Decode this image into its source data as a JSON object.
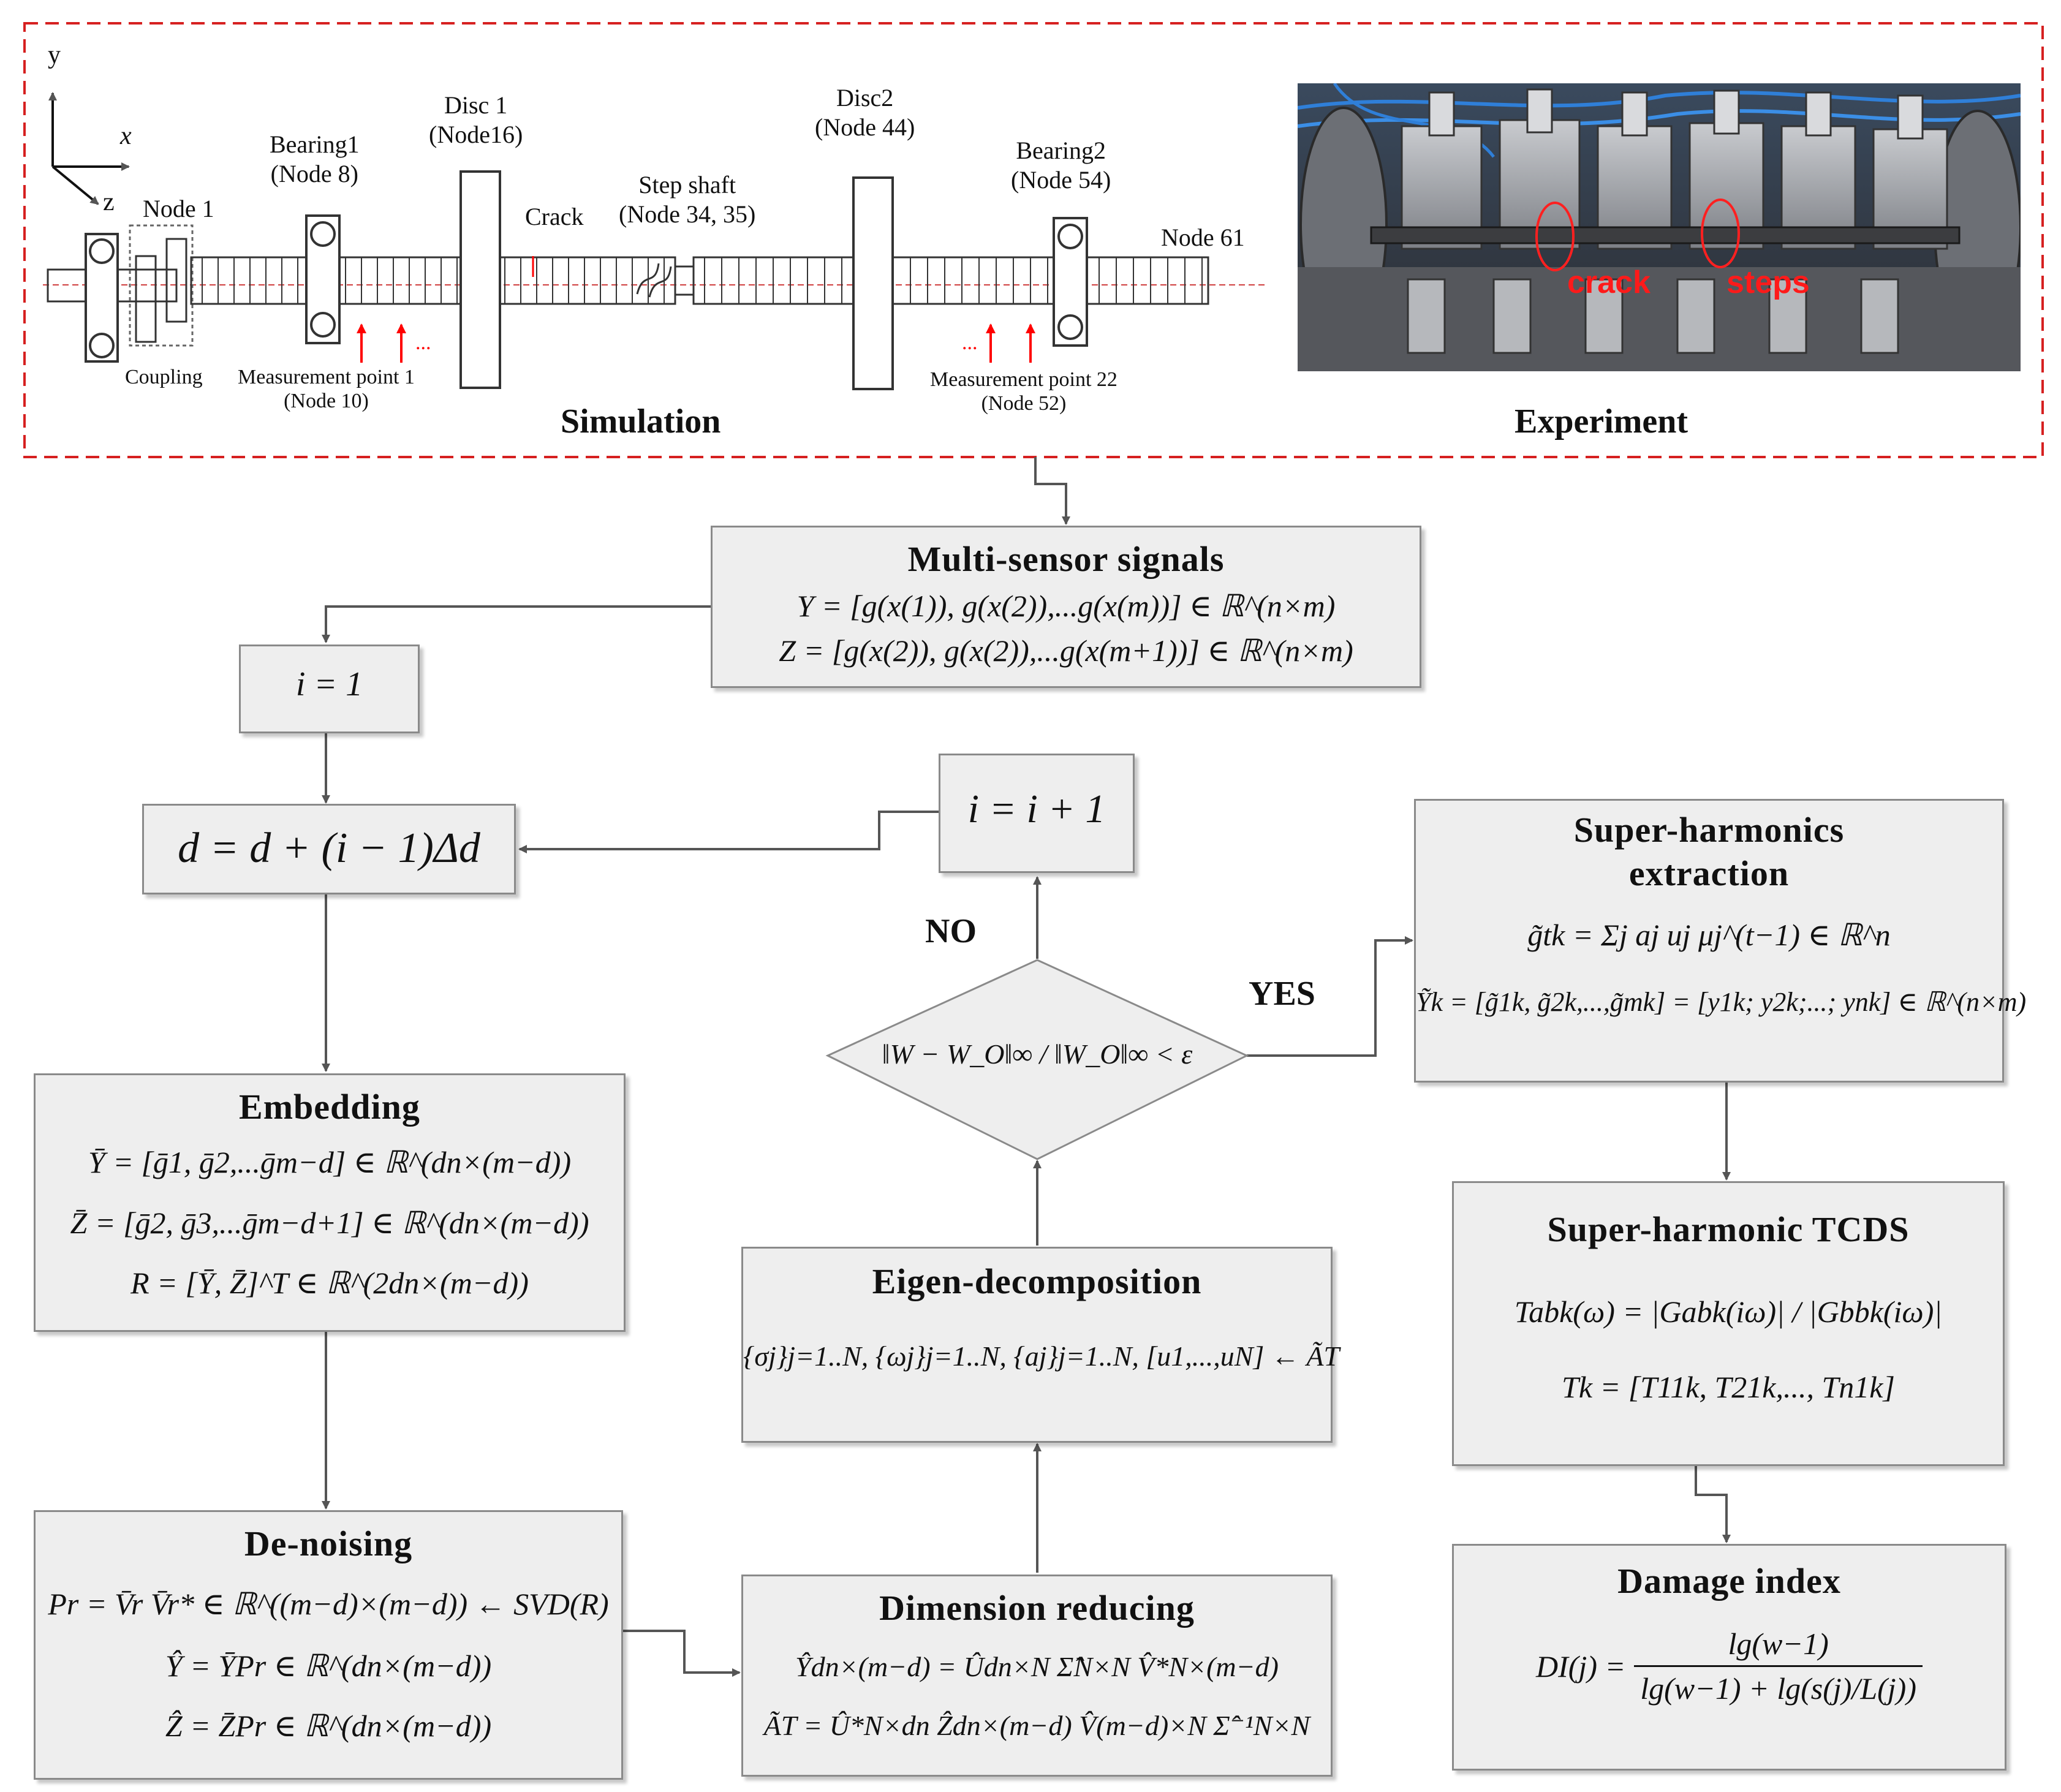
{
  "simulation": {
    "axis_y": "y",
    "axis_x": "x",
    "axis_z": "z",
    "node1": "Node 1",
    "coupling": "Coupling",
    "bearing1": "Bearing1",
    "bearing1_node": "(Node 8)",
    "disc1": "Disc 1",
    "disc1_node": "(Node16)",
    "crack": "Crack",
    "step_shaft": "Step shaft",
    "step_shaft_node": "(Node 34, 35)",
    "disc2": "Disc2",
    "disc2_node": "(Node 44)",
    "bearing2": "Bearing2",
    "bearing2_node": "(Node 54)",
    "node61": "Node 61",
    "mp1": "Measurement point 1",
    "mp1_node": "(Node 10)",
    "mp22": "Measurement point 22",
    "mp22_node": "(Node 52)",
    "dots": "...",
    "title": "Simulation"
  },
  "experiment": {
    "crack_label": "crack",
    "steps_label": "steps",
    "title": "Experiment"
  },
  "multi_sensor": {
    "title": "Multi-sensor signals",
    "eq1": "Y = [g(x(1)), g(x(2)),...g(x(m))] ∈ ℝ^(n×m)",
    "eq2": "Z = [g(x(2)), g(x(2)),...g(x(m+1))] ∈ ℝ^(n×m)"
  },
  "init": {
    "text": "i = 1"
  },
  "update_d": {
    "text": "d = d + (i − 1)Δd"
  },
  "increment": {
    "text": "i = i + 1"
  },
  "decision": {
    "condition": "‖W − W_O‖∞ / ‖W_O‖∞ < ε",
    "no": "NO",
    "yes": "YES"
  },
  "embedding": {
    "title": "Embedding",
    "eq1": "Ȳ = [ḡ1, ḡ2,...ḡm−d] ∈ ℝ^(dn×(m−d))",
    "eq2": "Z̄ = [ḡ2, ḡ3,...ḡm−d+1] ∈ ℝ^(dn×(m−d))",
    "eq3": "R = [Ȳ, Z̄]^T ∈ ℝ^(2dn×(m−d))"
  },
  "denoising": {
    "title": "De-noising",
    "eq1": "Pr = V̄r V̄r* ∈ ℝ^((m−d)×(m−d)) ← SVD(R)",
    "eq2": "Ŷ = ȲPr ∈ ℝ^(dn×(m−d))",
    "eq3": "Ẑ = Z̄Pr ∈ ℝ^(dn×(m−d))"
  },
  "eigen": {
    "title": "Eigen-decomposition",
    "eq1": "{σj}j=1..N, {ωj}j=1..N, {aj}j=1..N, [u1,...,uN] ← ÃT"
  },
  "dimension": {
    "title": "Dimension reducing",
    "eq1": "Ŷdn×(m−d) = Ûdn×N Σ̂N×N V̂*N×(m−d)",
    "eq2": "ÃT = Û*N×dn Ẑdn×(m−d) V̂(m−d)×N Σ̂⁻¹N×N"
  },
  "super_extraction": {
    "title1": "Super-harmonics",
    "title2": "extraction",
    "eq1": "g̃tk = Σj aj uj μj^(t−1) ∈ ℝ^n",
    "eq2": "Ỹk = [g̃1k, g̃2k,...,g̃mk] = [y1k; y2k;...; ynk] ∈ ℝ^(n×m)"
  },
  "tcds": {
    "title": "Super-harmonic TCDS",
    "eq1": "Tabk(ω) = |Gabk(iω)| / |Gbbk(iω)|",
    "eq2": "Tk = [T11k, T21k,..., Tn1k]"
  },
  "damage": {
    "title": "Damage index",
    "lhs": "DI(j) =",
    "num": "lg(w−1)",
    "den": "lg(w−1) + lg(s(j)/L(j))"
  }
}
